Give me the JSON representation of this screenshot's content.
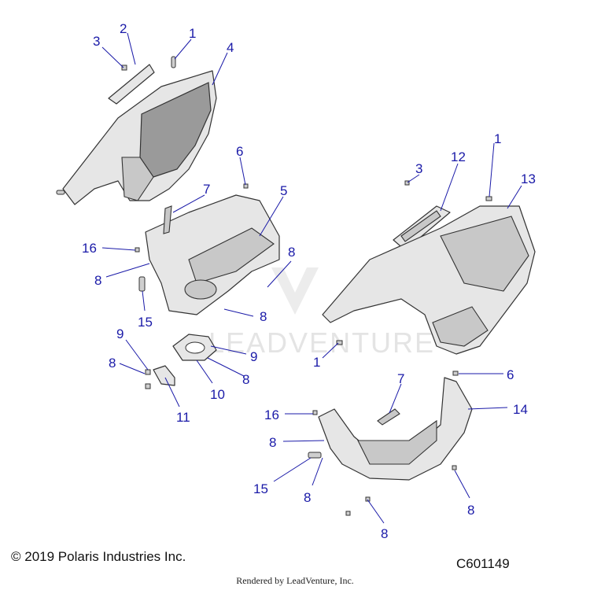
{
  "copyright": "© 2019 Polaris Industries Inc.",
  "figure_id": "C601149",
  "rendered_by": "Rendered by LeadVenture, Inc.",
  "watermark": "LEADVENTURE",
  "callouts": [
    {
      "id": "c-3a",
      "label": "3"
    },
    {
      "id": "c-2",
      "label": "2"
    },
    {
      "id": "c-1a",
      "label": "1"
    },
    {
      "id": "c-4",
      "label": "4"
    },
    {
      "id": "c-6a",
      "label": "6"
    },
    {
      "id": "c-7a",
      "label": "7"
    },
    {
      "id": "c-5",
      "label": "5"
    },
    {
      "id": "c-16a",
      "label": "16"
    },
    {
      "id": "c-8a",
      "label": "8"
    },
    {
      "id": "c-8b",
      "label": "8"
    },
    {
      "id": "c-15a",
      "label": "15"
    },
    {
      "id": "c-8c",
      "label": "8"
    },
    {
      "id": "c-9a",
      "label": "9"
    },
    {
      "id": "c-8d",
      "label": "8"
    },
    {
      "id": "c-9b",
      "label": "9"
    },
    {
      "id": "c-8e",
      "label": "8"
    },
    {
      "id": "c-10",
      "label": "10"
    },
    {
      "id": "c-11",
      "label": "11"
    },
    {
      "id": "c-3b",
      "label": "3"
    },
    {
      "id": "c-12",
      "label": "12"
    },
    {
      "id": "c-1b",
      "label": "1"
    },
    {
      "id": "c-13",
      "label": "13"
    },
    {
      "id": "c-1c",
      "label": "1"
    },
    {
      "id": "c-6b",
      "label": "6"
    },
    {
      "id": "c-7b",
      "label": "7"
    },
    {
      "id": "c-14",
      "label": "14"
    },
    {
      "id": "c-16b",
      "label": "16"
    },
    {
      "id": "c-8f",
      "label": "8"
    },
    {
      "id": "c-15b",
      "label": "15"
    },
    {
      "id": "c-8g",
      "label": "8"
    },
    {
      "id": "c-8h",
      "label": "8"
    },
    {
      "id": "c-8i",
      "label": "8"
    }
  ]
}
